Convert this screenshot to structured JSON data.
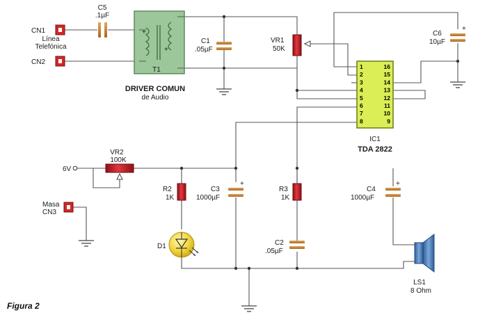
{
  "figure_caption": "Figura 2",
  "colors": {
    "wire": "#555555",
    "transformer": "#9bc79b",
    "ic_body": "#dcee55",
    "capacitor": "#c98a3a",
    "resistor": "#c8242a",
    "connector": "#d02828",
    "speaker": "#5b88c0",
    "led": "#f0d43a"
  },
  "components": {
    "cn1": {
      "ref": "CN1",
      "desc_line1": "Línea",
      "desc_line2": "Telefónica"
    },
    "cn2": {
      "ref": "CN2"
    },
    "cn3": {
      "ref": "CN3",
      "desc": "Masa"
    },
    "c5": {
      "ref": "C5",
      "value": ".1µF"
    },
    "t1": {
      "ref": "T1",
      "desc_line1": "DRIVER COMUN",
      "desc_line2": "de Audio"
    },
    "c1": {
      "ref": "C1",
      "value": ".05µF"
    },
    "vr1": {
      "ref": "VR1",
      "value": "50K"
    },
    "c6": {
      "ref": "C6",
      "value": "10µF"
    },
    "ic1": {
      "ref": "IC1",
      "part": "TDA 2822",
      "pins_left": [
        "1",
        "2",
        "3",
        "4",
        "5",
        "6",
        "7",
        "8"
      ],
      "pins_right": [
        "16",
        "15",
        "14",
        "13",
        "12",
        "11",
        "10",
        "9"
      ]
    },
    "supply": {
      "label": "6V"
    },
    "vr2": {
      "ref": "VR2",
      "value": "100K"
    },
    "r2": {
      "ref": "R2",
      "value": "1K"
    },
    "c3": {
      "ref": "C3",
      "value": "1000µF"
    },
    "r3": {
      "ref": "R3",
      "value": "1K"
    },
    "c4": {
      "ref": "C4",
      "value": "1000µF"
    },
    "c2": {
      "ref": "C2",
      "value": ".05µF"
    },
    "d1": {
      "ref": "D1"
    },
    "ls1": {
      "ref": "LS1",
      "value": "8 Ohm"
    }
  }
}
